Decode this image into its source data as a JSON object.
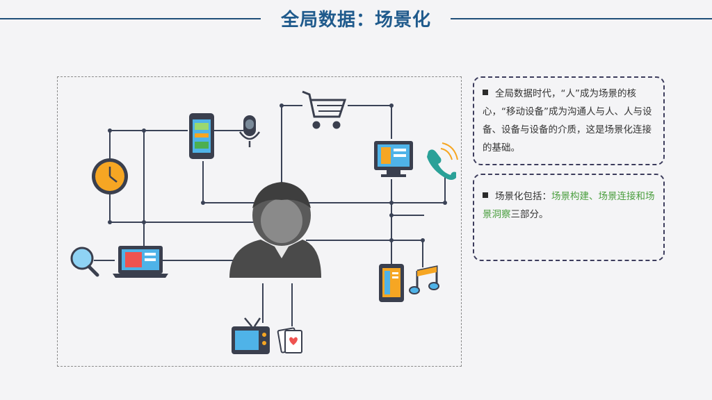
{
  "header": {
    "title": "全局数据：场景化"
  },
  "notes": [
    {
      "text": "全局数据时代，“人”成为场景的核心，“移动设备”成为沟通人与人、人与设备、设备与设备的介质，这是场景化连接的基础。"
    },
    {
      "prefix": "场景化包括：",
      "highlight": "场景构建、场景连接和场景洞察",
      "suffix": "三部分。"
    }
  ],
  "icons": [
    "person-icon",
    "clock-icon",
    "smartphone-icon",
    "microphone-icon",
    "shopping-cart-icon",
    "monitor-icon",
    "phone-handset-icon",
    "laptop-icon",
    "magnifier-icon",
    "tablet-icon",
    "music-note-icon",
    "television-icon",
    "playing-cards-icon"
  ],
  "colors": {
    "title": "#1f5a8c",
    "title_line": "#1f4e79",
    "connector": "#3a4256",
    "highlight_green": "#4a9e3e",
    "device_frame": "#3a3f4e",
    "screen_blue": "#4fb3e8",
    "accent_orange": "#f6a623",
    "accent_red": "#ef5350",
    "accent_green": "#4caf50"
  }
}
